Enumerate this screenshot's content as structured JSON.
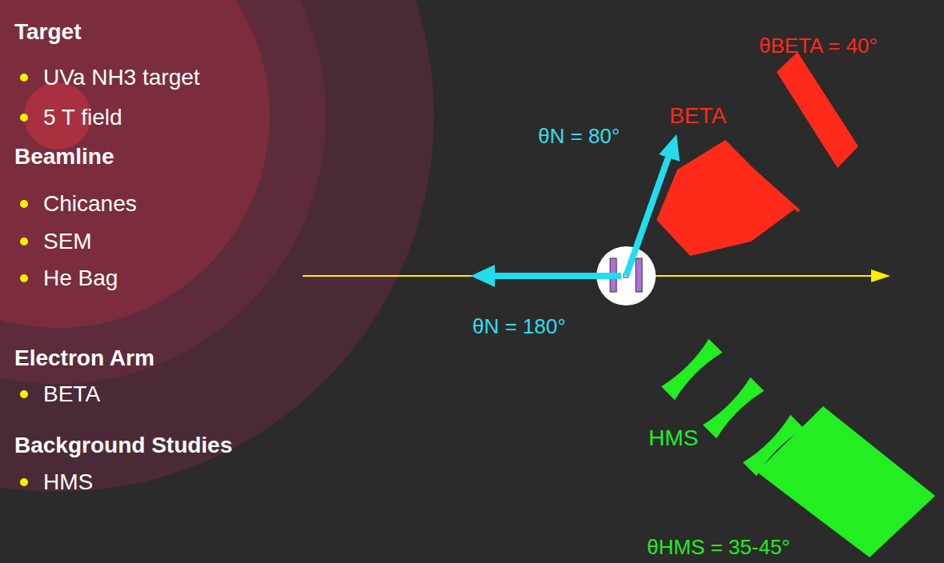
{
  "diagram": {
    "labels": [
      "Target",
      "UVa NH3 target",
      "5 T field",
      "Beamline",
      "Chicanes",
      "SEM",
      "He Bag",
      "Electron Arm",
      "BETA",
      "Background Studies",
      "HMS",
      "θN = 80°",
      "BETA",
      "θBETA = 40°",
      "θN = 180°",
      "HMS",
      "θHMS = 35-45°"
    ]
  }
}
